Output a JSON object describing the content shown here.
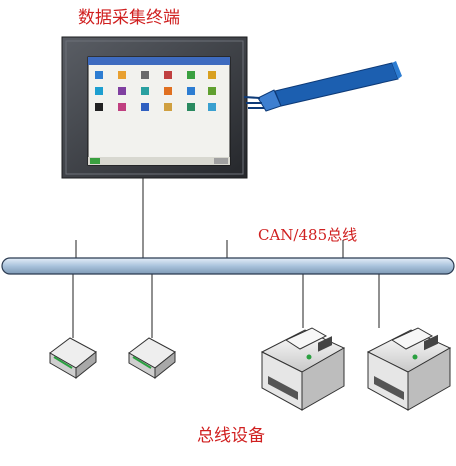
{
  "labels": {
    "terminal": "数据采集终端",
    "bus": "CAN/485总线",
    "devices": "总线设备"
  },
  "colors": {
    "label_red": "#d02020",
    "bus_fill": "#b8d0e6",
    "bus_stroke": "#2a3a50",
    "pen_blue": "#1c5fb0",
    "screen_bg": "#f2f2ee",
    "bezel": "#3a3d42"
  },
  "icons": [
    "data-terminal-icon",
    "stylus-pen-icon",
    "hand-icon",
    "network-switch-icon",
    "printer-icon"
  ]
}
